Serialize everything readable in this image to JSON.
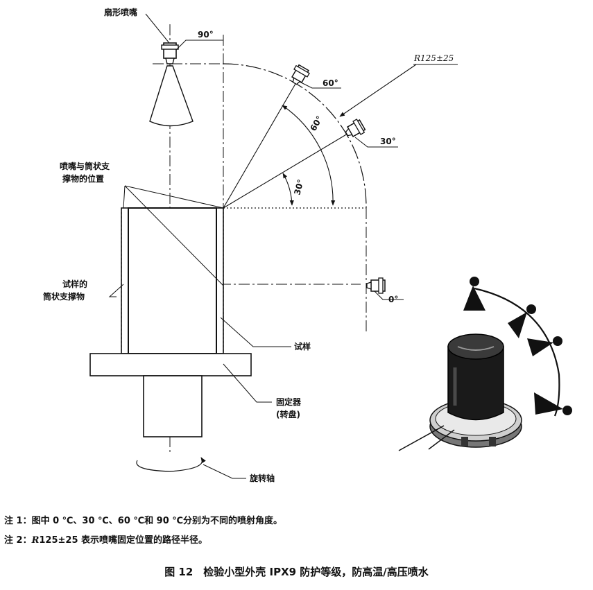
{
  "labels": {
    "fan_nozzle": "扇形喷嘴",
    "angle_90": "90°",
    "angle_60": "60°",
    "angle_30": "30°",
    "angle_0": "0°",
    "arc_60": "60°",
    "arc_30": "30°",
    "radius": "R125±25",
    "nozzle_pos_line1": "喷嘴与筒状支",
    "nozzle_pos_line2": "撑物的位置",
    "support_line1": "试样的",
    "support_line2": "筒状支撑物",
    "specimen": "试样",
    "fixture_line1": "固定器",
    "fixture_line2": "(转盘)",
    "rotation_axis": "旋转轴"
  },
  "notes": {
    "note1": "注 1：图中 0 ℃、30 ℃、60 ℃和 90 ℃分别为不同的喷射角度。",
    "note2_prefix": "注 2：",
    "note2_r": "R",
    "note2_rest": "125±25 表示喷嘴固定位置的路径半径。"
  },
  "caption": "图 12　检验小型外壳 IPX9 防护等级，防高温/高压喷水"
}
